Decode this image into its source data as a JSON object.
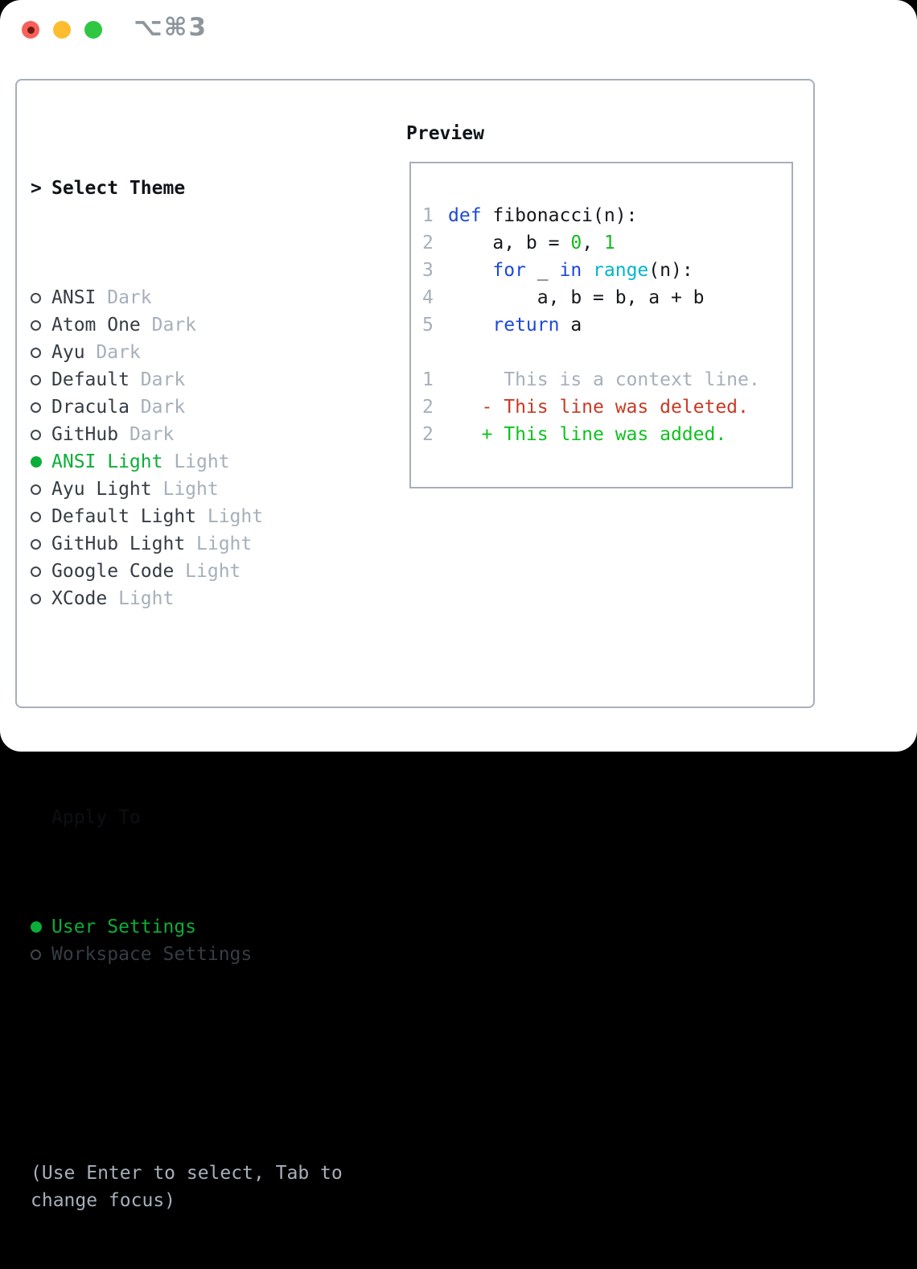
{
  "window": {
    "shortcut_label": "⌥⌘3",
    "traffic_lights": [
      "close",
      "minimize",
      "zoom"
    ]
  },
  "icons": {
    "cursor": ">",
    "radio_unselected": "circle-outline",
    "radio_selected": "filled-circle"
  },
  "theme_panel": {
    "title_marker": ">",
    "title": "Select Theme",
    "themes": [
      {
        "name": "ANSI",
        "tag": "Dark",
        "selected": false
      },
      {
        "name": "Atom One",
        "tag": "Dark",
        "selected": false
      },
      {
        "name": "Ayu",
        "tag": "Dark",
        "selected": false
      },
      {
        "name": "Default",
        "tag": "Dark",
        "selected": false
      },
      {
        "name": "Dracula",
        "tag": "Dark",
        "selected": false
      },
      {
        "name": "GitHub",
        "tag": "Dark",
        "selected": false
      },
      {
        "name": "ANSI Light",
        "tag": "Light",
        "selected": true
      },
      {
        "name": "Ayu Light",
        "tag": "Light",
        "selected": false
      },
      {
        "name": "Default Light",
        "tag": "Light",
        "selected": false
      },
      {
        "name": "GitHub Light",
        "tag": "Light",
        "selected": false
      },
      {
        "name": "Google Code",
        "tag": "Light",
        "selected": false
      },
      {
        "name": "XCode",
        "tag": "Light",
        "selected": false
      }
    ],
    "apply_to": {
      "label": "Apply To",
      "options": [
        {
          "name": "User Settings",
          "selected": true
        },
        {
          "name": "Workspace Settings",
          "selected": false
        }
      ]
    },
    "footer_lines": [
      "(Use Enter to select, Tab to",
      "change focus)"
    ]
  },
  "preview": {
    "title": "Preview",
    "code_lines": [
      {
        "num": "1",
        "segments": [
          {
            "text": "def",
            "role": "keyword"
          },
          {
            "text": " fibonacci(n):",
            "role": "default"
          }
        ]
      },
      {
        "num": "2",
        "segments": [
          {
            "text": "    a, b = ",
            "role": "default"
          },
          {
            "text": "0",
            "role": "number"
          },
          {
            "text": ", ",
            "role": "default"
          },
          {
            "text": "1",
            "role": "number"
          }
        ]
      },
      {
        "num": "3",
        "segments": [
          {
            "text": "    ",
            "role": "default"
          },
          {
            "text": "for",
            "role": "keyword"
          },
          {
            "text": " _ ",
            "role": "default"
          },
          {
            "text": "in",
            "role": "keyword"
          },
          {
            "text": " ",
            "role": "default"
          },
          {
            "text": "range",
            "role": "function"
          },
          {
            "text": "(n):",
            "role": "default"
          }
        ]
      },
      {
        "num": "4",
        "segments": [
          {
            "text": "        a, b = b, a + b",
            "role": "default"
          }
        ]
      },
      {
        "num": "5",
        "segments": [
          {
            "text": "    ",
            "role": "default"
          },
          {
            "text": "return",
            "role": "keyword"
          },
          {
            "text": " a",
            "role": "default"
          }
        ]
      },
      {
        "num": "",
        "segments": []
      },
      {
        "num": "1",
        "segments": [
          {
            "text": "     This is a context line.",
            "role": "context"
          }
        ]
      },
      {
        "num": "2",
        "segments": [
          {
            "text": "   - This line was deleted.",
            "role": "deleted"
          }
        ]
      },
      {
        "num": "2",
        "segments": [
          {
            "text": "   + This line was added.",
            "role": "added"
          }
        ]
      }
    ]
  },
  "colors": {
    "border": "#a7afba",
    "muted": "#a6afba",
    "text": "#363c44",
    "heading": "#101419",
    "accent_green": "#0bae38",
    "code_keyword": "#1b49d8",
    "code_function": "#00b6c8",
    "code_number": "#12bb1a",
    "code_default": "#15181c",
    "diff_deleted": "#c83a24",
    "diff_added": "#10c020",
    "traffic_red": "#f8605a",
    "traffic_yellow": "#fdbd2f",
    "traffic_green": "#2fc642"
  }
}
